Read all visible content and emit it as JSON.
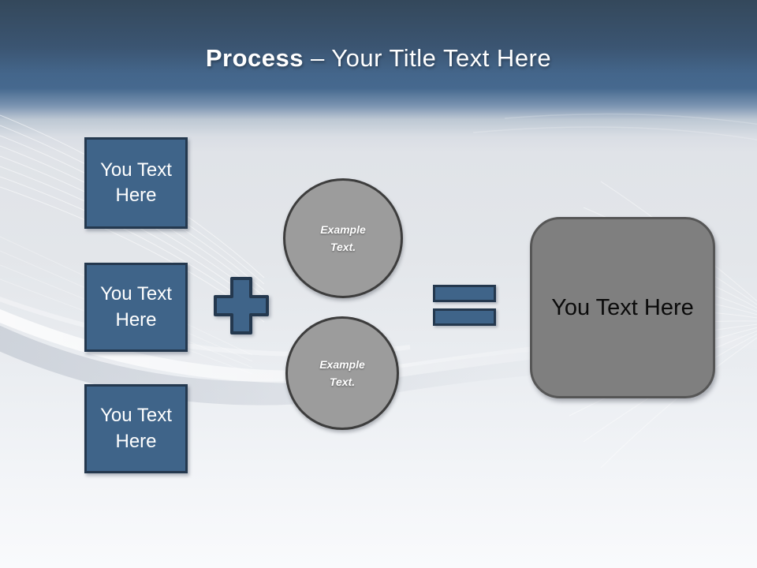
{
  "slide": {
    "title": {
      "bold": "Process",
      "rest": "– Your Title Text Here"
    },
    "input_boxes": [
      {
        "label": "You Text Here"
      },
      {
        "label": "You Text Here"
      },
      {
        "label": "You Text Here"
      }
    ],
    "icons": {
      "plus": "plus",
      "equals": "equals"
    },
    "circles": [
      {
        "label": "Example Text."
      },
      {
        "label": "Example Text."
      }
    ],
    "result_box": {
      "label": "You Text Here"
    },
    "colors": {
      "header_top": "#34485b",
      "header_mid": "#46698f",
      "accent_blue": "#3f6489",
      "border_navy": "#24384e",
      "circle_gray": "#9c9c9c",
      "circle_border": "#3d3d3d",
      "result_gray": "#7f7f7f",
      "result_border": "#565656",
      "title_text": "#ffffff",
      "background_light": "#e3e6ea"
    }
  }
}
